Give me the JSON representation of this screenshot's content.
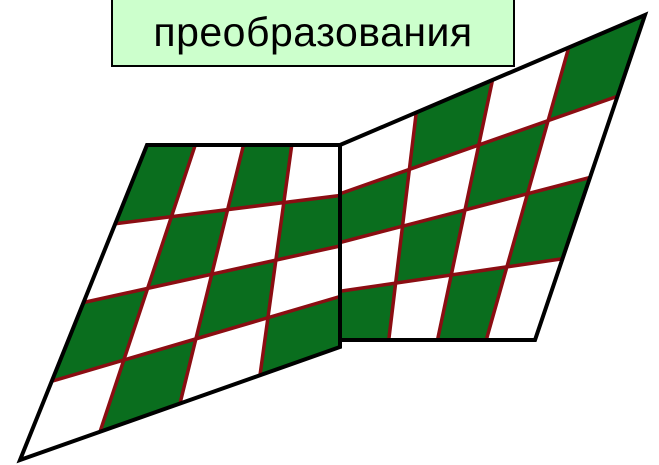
{
  "title": "преобразования",
  "colors": {
    "dark_cell": "#0a6e1e",
    "light_cell": "#ffffff",
    "grid_line": "#8b0d12",
    "outline": "#000000",
    "title_bg": "#ccffcc"
  },
  "grid": {
    "rows": 4,
    "cols": 4,
    "patches": [
      "left-skewed-patch",
      "right-skewed-patch"
    ]
  }
}
